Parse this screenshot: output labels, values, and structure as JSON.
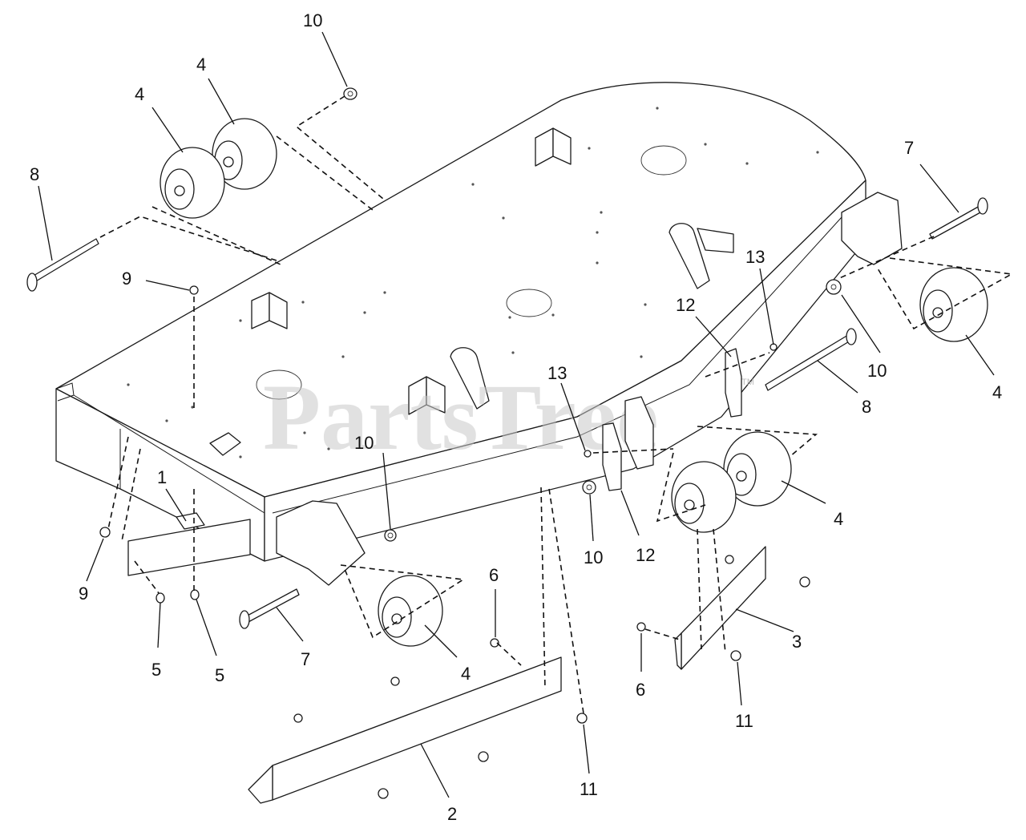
{
  "watermark": {
    "text": "PartsTree",
    "trademark": "TM"
  },
  "callouts": [
    {
      "id": "c10a",
      "label": "10"
    },
    {
      "id": "c4a",
      "label": "4"
    },
    {
      "id": "c4b",
      "label": "4"
    },
    {
      "id": "c8a",
      "label": "8"
    },
    {
      "id": "c9a",
      "label": "9"
    },
    {
      "id": "c7a",
      "label": "7"
    },
    {
      "id": "c13a",
      "label": "13"
    },
    {
      "id": "c12a",
      "label": "12"
    },
    {
      "id": "c10b",
      "label": "10"
    },
    {
      "id": "c4c",
      "label": "4"
    },
    {
      "id": "c8b",
      "label": "8"
    },
    {
      "id": "c13b",
      "label": "13"
    },
    {
      "id": "c10c",
      "label": "10"
    },
    {
      "id": "c1",
      "label": "1"
    },
    {
      "id": "c9b",
      "label": "9"
    },
    {
      "id": "c5a",
      "label": "5"
    },
    {
      "id": "c5b",
      "label": "5"
    },
    {
      "id": "c7b",
      "label": "7"
    },
    {
      "id": "c4d",
      "label": "4"
    },
    {
      "id": "c6a",
      "label": "6"
    },
    {
      "id": "c10d",
      "label": "10"
    },
    {
      "id": "c12b",
      "label": "12"
    },
    {
      "id": "c4e",
      "label": "4"
    },
    {
      "id": "c3",
      "label": "3"
    },
    {
      "id": "c6b",
      "label": "6"
    },
    {
      "id": "c11a",
      "label": "11"
    },
    {
      "id": "c11b",
      "label": "11"
    },
    {
      "id": "c2",
      "label": "2"
    }
  ]
}
